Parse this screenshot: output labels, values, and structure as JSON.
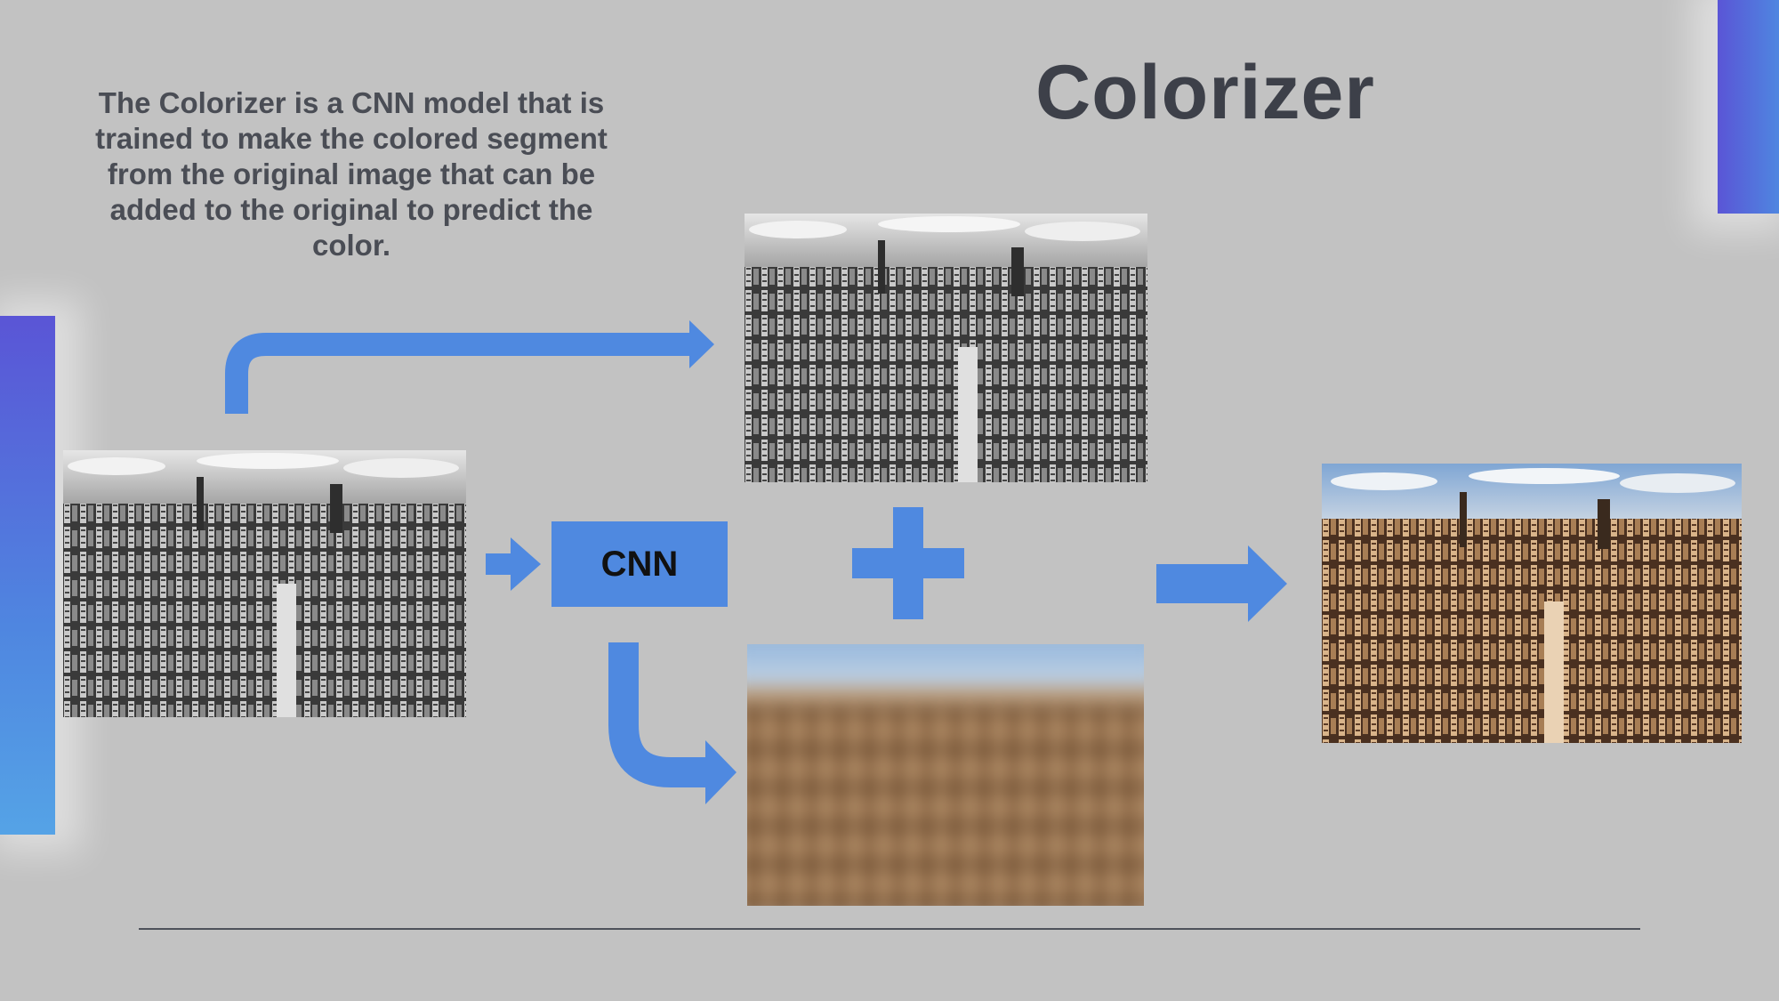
{
  "slide": {
    "title": "Colorizer",
    "description": "The Colorizer is a CNN model that is trained to make the colored segment from the original image that can be added to the original to predict the color."
  },
  "diagram": {
    "cnn_label": "CNN",
    "operator_icon": "plus-icon",
    "images": [
      {
        "role": "input-grayscale-image"
      },
      {
        "role": "original-grayscale-image"
      },
      {
        "role": "colored-segment-image"
      },
      {
        "role": "predicted-color-image"
      }
    ]
  },
  "colors": {
    "background": "#c2c2c2",
    "accent": "#4f89e0",
    "title": "#3d4049",
    "text": "#4a4d55"
  }
}
